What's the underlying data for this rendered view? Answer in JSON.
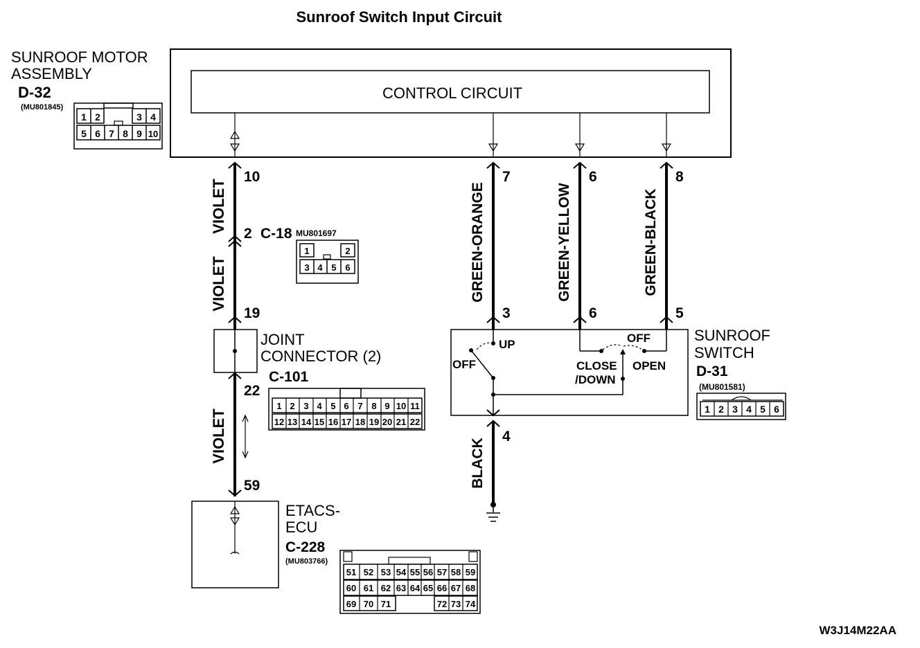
{
  "title": "Sunroof Switch Input Circuit",
  "drawing_code": "W3J14M22AA",
  "motor_assembly": {
    "name_line1": "SUNROOF MOTOR",
    "name_line2": "ASSEMBLY",
    "connector": "D-32",
    "part_no": "(MU801845)",
    "control_label": "CONTROL CIRCUIT",
    "pins": {
      "p10": "10",
      "p7": "7",
      "p6": "6",
      "p8": "8"
    },
    "connector_pins": [
      "1",
      "2",
      "3",
      "4",
      "5",
      "6",
      "7",
      "8",
      "9",
      "10"
    ]
  },
  "connector_c18": {
    "pin": "2",
    "name": "C-18",
    "part_no": "MU801697",
    "connector_pins": [
      "1",
      "2",
      "3",
      "4",
      "5",
      "6"
    ]
  },
  "joint_connector": {
    "name_line1": "JOINT",
    "name_line2": "CONNECTOR (2)",
    "connector": "C-101",
    "pin_in": "19",
    "pin_out": "22",
    "connector_pins": [
      "1",
      "2",
      "3",
      "4",
      "5",
      "6",
      "7",
      "8",
      "9",
      "10",
      "11",
      "12",
      "13",
      "14",
      "15",
      "16",
      "17",
      "18",
      "19",
      "20",
      "21",
      "22"
    ]
  },
  "etacs": {
    "name_line1": "ETACS-",
    "name_line2": "ECU",
    "connector": "C-228",
    "part_no": "(MU803766)",
    "pin": "59",
    "connector_pins": [
      "51",
      "52",
      "53",
      "54",
      "55",
      "56",
      "57",
      "58",
      "59",
      "60",
      "61",
      "62",
      "63",
      "64",
      "65",
      "66",
      "67",
      "68",
      "69",
      "70",
      "71",
      "72",
      "73",
      "74"
    ]
  },
  "switch": {
    "name_line1": "SUNROOF",
    "name_line2": "SWITCH",
    "connector": "D-31",
    "part_no": "(MU801581)",
    "pins": {
      "p3": "3",
      "p6": "6",
      "p5": "5",
      "p4": "4"
    },
    "labels": {
      "up": "UP",
      "off_left": "OFF",
      "off_right": "OFF",
      "close_down_1": "CLOSE",
      "close_down_2": "/DOWN",
      "open": "OPEN"
    },
    "connector_pins": [
      "1",
      "2",
      "3",
      "4",
      "5",
      "6"
    ]
  },
  "wires": {
    "violet_1": "VIOLET",
    "violet_2": "VIOLET",
    "violet_3": "VIOLET",
    "green_orange": "GREEN-ORANGE",
    "green_yellow": "GREEN-YELLOW",
    "green_black": "GREEN-BLACK",
    "black": "BLACK"
  }
}
